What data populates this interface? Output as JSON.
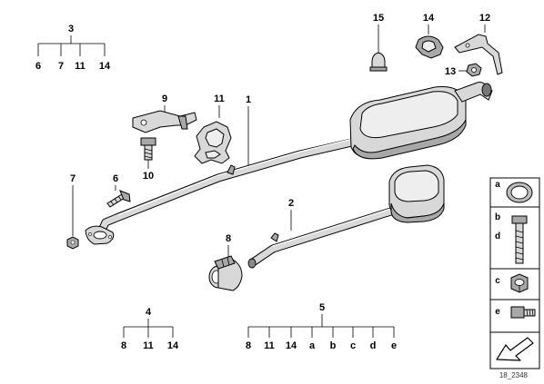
{
  "callouts": {
    "c1": "1",
    "c2": "2",
    "c3": "3",
    "c4": "4",
    "c5": "5",
    "c6": "6",
    "c7": "7",
    "c8": "8",
    "c9": "9",
    "c10": "10",
    "c11": "11",
    "c12": "12",
    "c13": "13",
    "c14": "14",
    "c15": "15"
  },
  "kits": {
    "kit3": [
      "6",
      "7",
      "11",
      "14"
    ],
    "kit4": [
      "8",
      "11",
      "14"
    ],
    "kit5": [
      "8",
      "11",
      "14",
      "a",
      "b",
      "c",
      "d",
      "e"
    ]
  },
  "legend": {
    "a": "a",
    "b": "b",
    "d": "d",
    "c": "c",
    "e": "e"
  },
  "reference": "18_2348",
  "colors": {
    "line": "#000000",
    "part_fill": "#d8d8d8",
    "dark_fill": "#a8a8a8"
  }
}
